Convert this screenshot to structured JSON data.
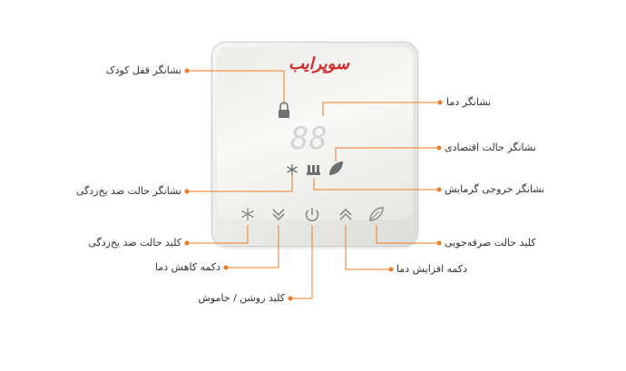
{
  "device": {
    "logo_text": "سوپرایب",
    "display_digits": "88"
  },
  "colors": {
    "leader_line": "#f07a26",
    "dot": "#f07a26",
    "icon_gray": "#8a8a8a",
    "digit_dim": "#d4d4d4",
    "logo_red": "#d42a2a"
  },
  "labels": {
    "child_lock": "نشانگر قفل کودک",
    "temperature": "نشانگر دما",
    "eco_mode": "نشانگر حالت اقتصادی",
    "antifreeze_indicator": "نشانگر حالت ضد یخ‌زدگی",
    "heating_output": "نشانگر خروجی گرمایش",
    "antifreeze_key": "کلید حالت ضد یخ‌زدگی",
    "saving_key": "کلید حالت صرفه‌جویی",
    "temp_down": "دکمه کاهش دما",
    "temp_up": "دکمه افزایش دما",
    "power_key": "کلید روشن / خاموش"
  },
  "icons": {
    "lock": "lock-icon",
    "snowflake": "snowflake-icon",
    "heating": "heating-output-icon",
    "leaf": "leaf-icon",
    "down": "chevron-down-icon",
    "up": "chevron-up-icon",
    "power": "power-icon"
  }
}
